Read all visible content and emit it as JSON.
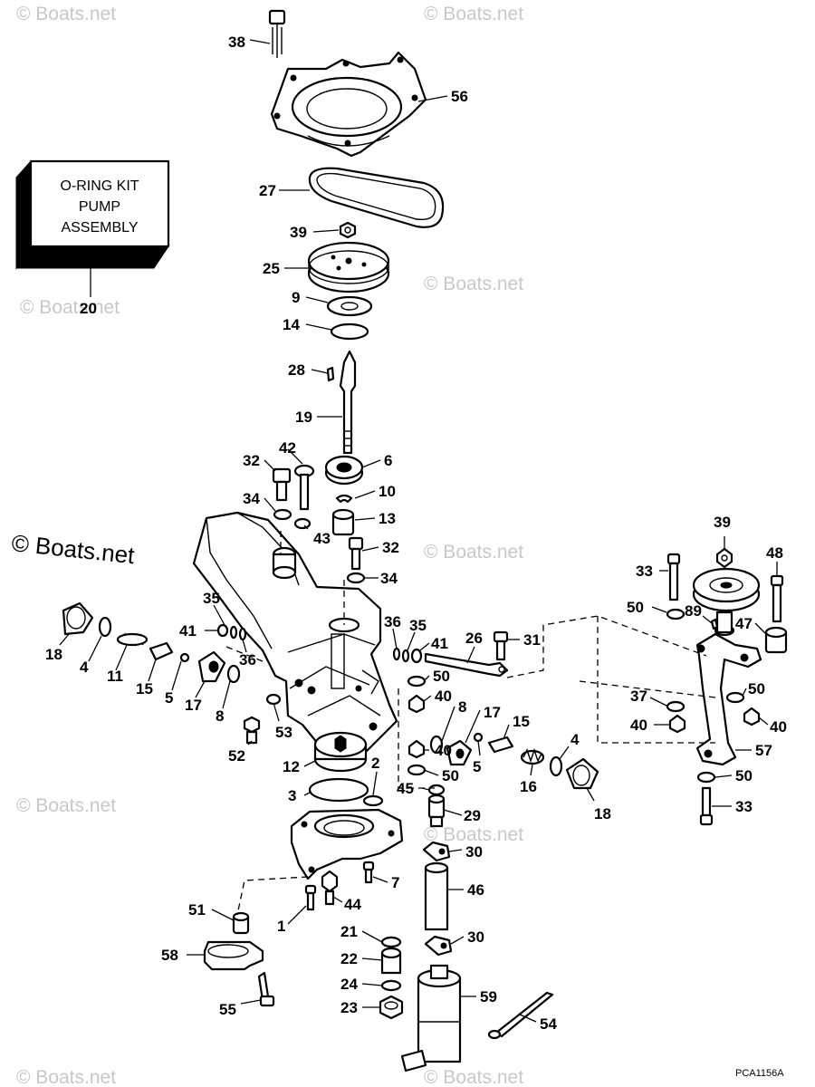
{
  "watermark": "© Boats.net",
  "kit_label": [
    "O-RING KIT",
    "PUMP",
    "ASSEMBLY"
  ],
  "drawing_code": "PCA1156A",
  "callouts": [
    {
      "id": "38",
      "label": "38"
    },
    {
      "id": "56",
      "label": "56"
    },
    {
      "id": "27",
      "label": "27"
    },
    {
      "id": "39a",
      "label": "39"
    },
    {
      "id": "25",
      "label": "25"
    },
    {
      "id": "9",
      "label": "9"
    },
    {
      "id": "14",
      "label": "14"
    },
    {
      "id": "28",
      "label": "28"
    },
    {
      "id": "19",
      "label": "19"
    },
    {
      "id": "20",
      "label": "20"
    },
    {
      "id": "42",
      "label": "42"
    },
    {
      "id": "32a",
      "label": "32"
    },
    {
      "id": "6",
      "label": "6"
    },
    {
      "id": "10",
      "label": "10"
    },
    {
      "id": "34a",
      "label": "34"
    },
    {
      "id": "13",
      "label": "13"
    },
    {
      "id": "43",
      "label": "43"
    },
    {
      "id": "32b",
      "label": "32"
    },
    {
      "id": "34b",
      "label": "34"
    },
    {
      "id": "39b",
      "label": "39"
    },
    {
      "id": "48",
      "label": "48"
    },
    {
      "id": "33a",
      "label": "33"
    },
    {
      "id": "50a",
      "label": "50"
    },
    {
      "id": "89",
      "label": "89"
    },
    {
      "id": "47",
      "label": "47"
    },
    {
      "id": "35a",
      "label": "35"
    },
    {
      "id": "41a",
      "label": "41"
    },
    {
      "id": "36a",
      "label": "36"
    },
    {
      "id": "36b",
      "label": "36"
    },
    {
      "id": "35b",
      "label": "35"
    },
    {
      "id": "41b",
      "label": "41"
    },
    {
      "id": "26",
      "label": "26"
    },
    {
      "id": "31",
      "label": "31"
    },
    {
      "id": "18a",
      "label": "18"
    },
    {
      "id": "4a",
      "label": "4"
    },
    {
      "id": "11",
      "label": "11"
    },
    {
      "id": "15a",
      "label": "15"
    },
    {
      "id": "5a",
      "label": "5"
    },
    {
      "id": "17a",
      "label": "17"
    },
    {
      "id": "8a",
      "label": "8"
    },
    {
      "id": "50b",
      "label": "50"
    },
    {
      "id": "40a",
      "label": "40"
    },
    {
      "id": "8b",
      "label": "8"
    },
    {
      "id": "17b",
      "label": "17"
    },
    {
      "id": "37",
      "label": "37"
    },
    {
      "id": "50c",
      "label": "50"
    },
    {
      "id": "40b",
      "label": "40"
    },
    {
      "id": "40c",
      "label": "40"
    },
    {
      "id": "53",
      "label": "53"
    },
    {
      "id": "52",
      "label": "52"
    },
    {
      "id": "15b",
      "label": "15"
    },
    {
      "id": "40d",
      "label": "40"
    },
    {
      "id": "5b",
      "label": "5"
    },
    {
      "id": "4b",
      "label": "4"
    },
    {
      "id": "57",
      "label": "57"
    },
    {
      "id": "12",
      "label": "12"
    },
    {
      "id": "2",
      "label": "2"
    },
    {
      "id": "50d",
      "label": "50"
    },
    {
      "id": "16",
      "label": "16"
    },
    {
      "id": "50e",
      "label": "50"
    },
    {
      "id": "3",
      "label": "3"
    },
    {
      "id": "45",
      "label": "45"
    },
    {
      "id": "18b",
      "label": "18"
    },
    {
      "id": "29",
      "label": "29"
    },
    {
      "id": "33b",
      "label": "33"
    },
    {
      "id": "30a",
      "label": "30"
    },
    {
      "id": "7",
      "label": "7"
    },
    {
      "id": "46",
      "label": "46"
    },
    {
      "id": "44",
      "label": "44"
    },
    {
      "id": "51",
      "label": "51"
    },
    {
      "id": "1",
      "label": "1"
    },
    {
      "id": "21",
      "label": "21"
    },
    {
      "id": "30b",
      "label": "30"
    },
    {
      "id": "58",
      "label": "58"
    },
    {
      "id": "22",
      "label": "22"
    },
    {
      "id": "24",
      "label": "24"
    },
    {
      "id": "59",
      "label": "59"
    },
    {
      "id": "23",
      "label": "23"
    },
    {
      "id": "55",
      "label": "55"
    },
    {
      "id": "54",
      "label": "54"
    }
  ]
}
